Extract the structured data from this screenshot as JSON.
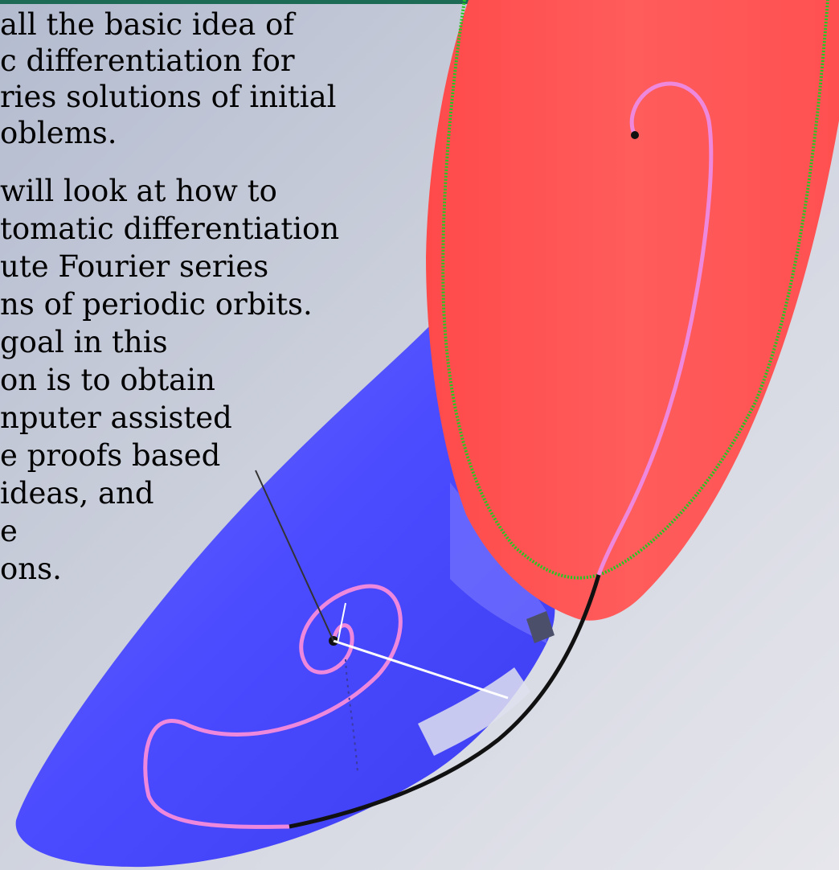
{
  "paragraphs": [
    {
      "lines": [
        "all the basic idea of",
        "c differentiation for",
        "ries solutions of initial",
        "oblems."
      ]
    },
    {
      "lines": [
        " will look at how to",
        "tomatic differentiation",
        "ute Fourier series",
        "ns of periodic orbits.",
        " goal in this",
        "on is to obtain",
        "nputer assisted",
        "e proofs based",
        " ideas, and",
        "e",
        "ons."
      ]
    }
  ],
  "colors": {
    "header_bar": "#1d6b55",
    "red_surface": "#ff5555",
    "blue_surface": "#4444ff",
    "spiral": "#ee88dd",
    "green_curve": "#22cc22",
    "black_curve": "#111111"
  }
}
